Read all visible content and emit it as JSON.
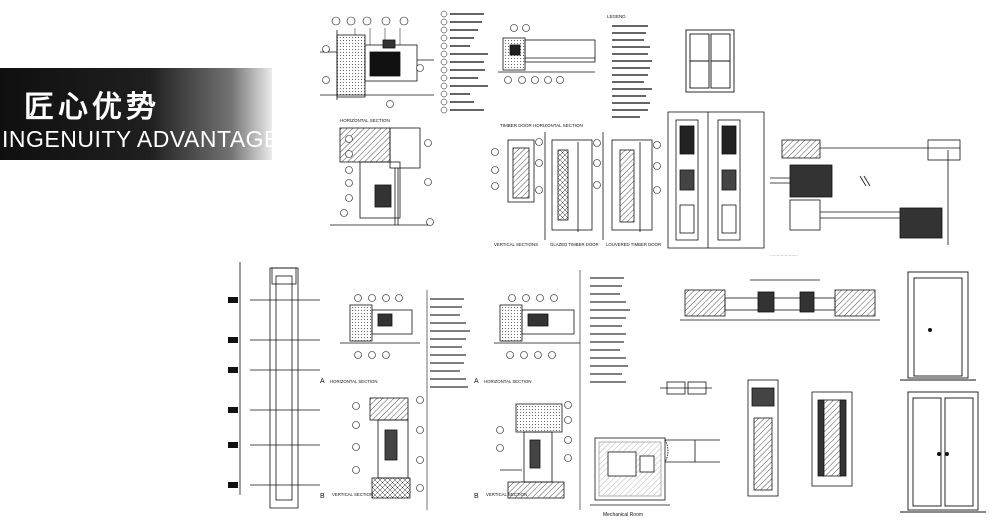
{
  "banner": {
    "title_cn": "匠心优势",
    "title_en": "INGENUITY ADVANTAGE"
  },
  "captions": {
    "horizontal_section_top": "HORIZONTAL SECTION",
    "timber_door_section": "TIMBER DOOR HORIZONTAL SECTION",
    "vertical_sections": "VERTICAL SECTIONS",
    "glazed_timber_door": "GLAZED TIMBER DOOR",
    "louvered_timber_door": "LOUVERED TIMBER DOOR",
    "legend": "LEGEND",
    "section_a_left": "HORIZONTAL SECTION",
    "section_b_left": "VERTICAL SECTION",
    "section_a_right": "HORIZONTAL SECTION",
    "section_b_right": "VERTICAL SECTION",
    "mechanical_room": "Mechanical Room",
    "letter_a": "A",
    "letter_b": "B"
  }
}
